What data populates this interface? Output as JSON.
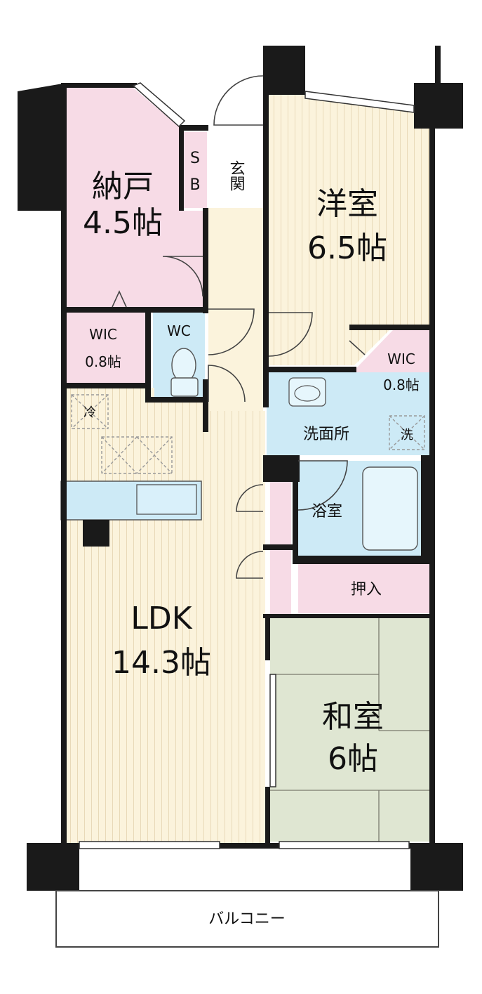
{
  "rooms": {
    "storage": {
      "name": "納戸",
      "size": "4.5帖"
    },
    "sb": {
      "line1": "S",
      "line2": "B"
    },
    "entrance": {
      "name": "玄関"
    },
    "western": {
      "name": "洋室",
      "size": "6.5帖"
    },
    "wic_left": {
      "name": "WIC",
      "size": "0.8帖"
    },
    "wc": {
      "name": "WC"
    },
    "wic_right": {
      "name": "WIC",
      "size": "0.8帖"
    },
    "fridge": {
      "name": "冷"
    },
    "washroom": {
      "name": "洗面所"
    },
    "washer": {
      "name": "洗"
    },
    "bath": {
      "name": "浴室"
    },
    "closet": {
      "name": "押入"
    },
    "ldk": {
      "name": "LDK",
      "size": "14.3帖"
    },
    "japanese": {
      "name": "和室",
      "size": "6帖"
    },
    "balcony": {
      "name": "バルコニー"
    }
  },
  "colors": {
    "wood_floor": "#fbf3dc",
    "pink_room": "#f7dbe6",
    "blue_wet": "#cdeaf6",
    "tatami": "#dfe6d2",
    "wall": "#1a1a1a"
  }
}
